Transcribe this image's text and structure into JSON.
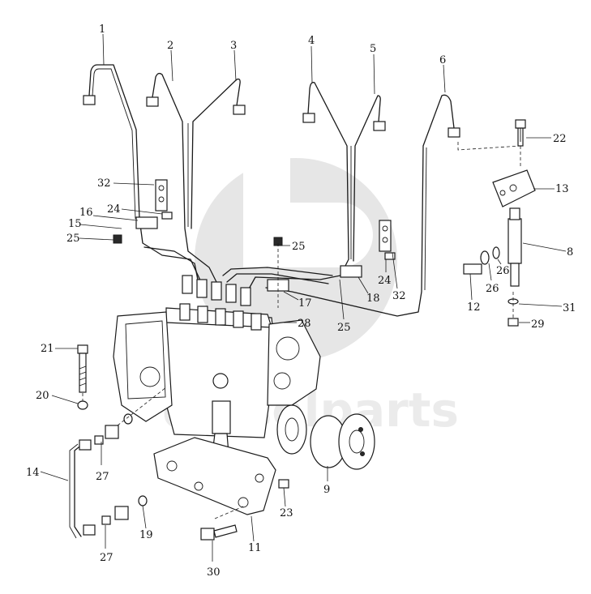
{
  "watermark": {
    "text": "dieselparts",
    "color": "#c8c8c8"
  },
  "callouts": [
    "1",
    "2",
    "3",
    "4",
    "5",
    "6",
    "22",
    "13",
    "32",
    "24",
    "16",
    "15",
    "25",
    "25",
    "8",
    "26",
    "26",
    "24",
    "32",
    "12",
    "17",
    "18",
    "31",
    "28",
    "25",
    "29",
    "21",
    "20",
    "14",
    "27",
    "19",
    "27",
    "9",
    "23",
    "11",
    "30"
  ],
  "colors": {
    "ink": "#1a1a1a",
    "background": "#ffffff"
  }
}
